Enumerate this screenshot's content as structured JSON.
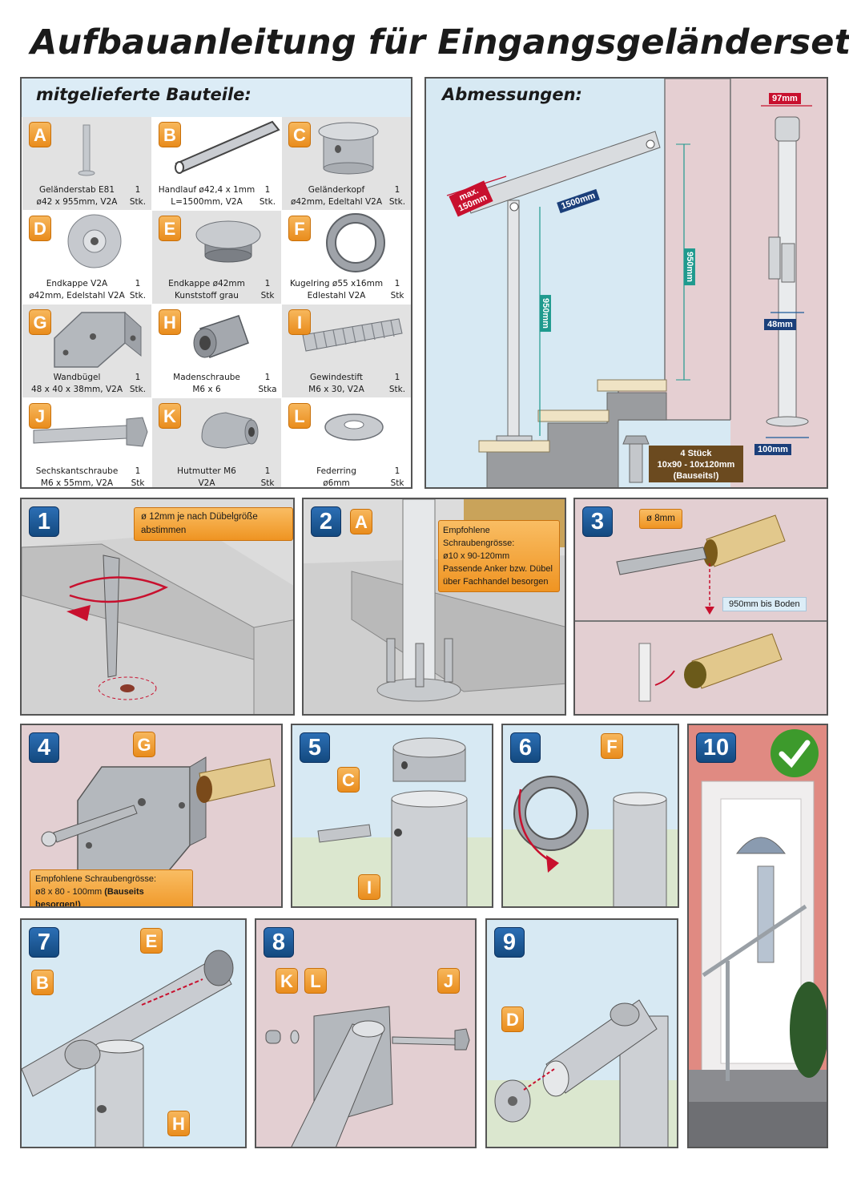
{
  "title": "Aufbauanleitung für Eingangsgeländerset",
  "parts": {
    "heading": "mitgelieferte Bauteile:",
    "items": [
      {
        "letter": "A",
        "line1": "Geländerstab E81",
        "line2": "ø42 x 955mm, V2A",
        "qty1": "1",
        "qty2": "Stk."
      },
      {
        "letter": "B",
        "line1": "Handlauf ø42,4 x 1mm",
        "line2": "L=1500mm, V2A",
        "qty1": "1",
        "qty2": "Stk."
      },
      {
        "letter": "C",
        "line1": "Geländerkopf",
        "line2": "ø42mm, Edeltahl V2A",
        "qty1": "1",
        "qty2": "Stk."
      },
      {
        "letter": "D",
        "line1": "Endkappe V2A",
        "line2": "ø42mm, Edelstahl V2A",
        "qty1": "1",
        "qty2": "Stk."
      },
      {
        "letter": "E",
        "line1": "Endkappe ø42mm",
        "line2": "Kunststoff grau",
        "qty1": "1",
        "qty2": "Stk"
      },
      {
        "letter": "F",
        "line1": "Kugelring ø55 x16mm",
        "line2": "Edlestahl V2A",
        "qty1": "1",
        "qty2": "Stk"
      },
      {
        "letter": "G",
        "line1": "Wandbügel",
        "line2": "48 x 40 x 38mm, V2A",
        "qty1": "1",
        "qty2": "Stk."
      },
      {
        "letter": "H",
        "line1": "Madenschraube",
        "line2": "M6 x 6",
        "qty1": "1",
        "qty2": "Stka"
      },
      {
        "letter": "I",
        "line1": "Gewindestift",
        "line2": "M6 x 30, V2A",
        "qty1": "1",
        "qty2": "Stk."
      },
      {
        "letter": "J",
        "line1": "Sechskantschraube",
        "line2": "M6 x 55mm, V2A",
        "qty1": "1",
        "qty2": "Stk"
      },
      {
        "letter": "K",
        "line1": "Hutmutter M6",
        "line2": "V2A",
        "qty1": "1",
        "qty2": "Stk"
      },
      {
        "letter": "L",
        "line1": "Federring",
        "line2": "ø6mm",
        "qty1": "1",
        "qty2": "Stk"
      }
    ]
  },
  "dimensions": {
    "heading": "Abmessungen:",
    "max_label_1": "max.",
    "max_label_2": "150mm",
    "rail_length": "1500mm",
    "post_height_left": "950mm",
    "post_height_right": "950mm",
    "width_top": "97mm",
    "width_mid": "48mm",
    "width_base": "100mm",
    "anchor_1": "4 Stück",
    "anchor_2": "10x90 - 10x120mm",
    "anchor_3": "(Bauseits!)"
  },
  "steps": {
    "s1": {
      "num": "1",
      "callout": "ø 12mm je nach Dübelgröße abstimmen"
    },
    "s2": {
      "num": "2",
      "badge": "A",
      "callout_1": "Empfohlene Schraubengrösse:",
      "callout_2": "ø10 x 90-120mm",
      "callout_3": "Passende Anker bzw. Dübel",
      "callout_4": "über Fachhandel besorgen"
    },
    "s3": {
      "num": "3",
      "callout": "ø 8mm",
      "note": "950mm bis Boden"
    },
    "s4": {
      "num": "4",
      "badge": "G",
      "callout_1": "Empfohlene Schraubengrösse:",
      "callout_2a": "ø8 x 80 - 100mm",
      "callout_2b": "(Bauseits besorgen!)"
    },
    "s5": {
      "num": "5",
      "badge_c": "C",
      "badge_i": "I"
    },
    "s6": {
      "num": "6",
      "badge": "F"
    },
    "s7": {
      "num": "7",
      "badge_e": "E",
      "badge_b": "B",
      "badge_h": "H"
    },
    "s8": {
      "num": "8",
      "badge_k": "K",
      "badge_l": "L",
      "badge_j": "J"
    },
    "s9": {
      "num": "9",
      "badge": "D"
    },
    "s10": {
      "num": "10"
    }
  },
  "colors": {
    "badge_orange": "#ef9422",
    "step_blue": "#1b5a9a",
    "wall_rose": "#e3cfd2",
    "sky_blue": "#d7e9f3",
    "steel": "#b8bcc2"
  }
}
